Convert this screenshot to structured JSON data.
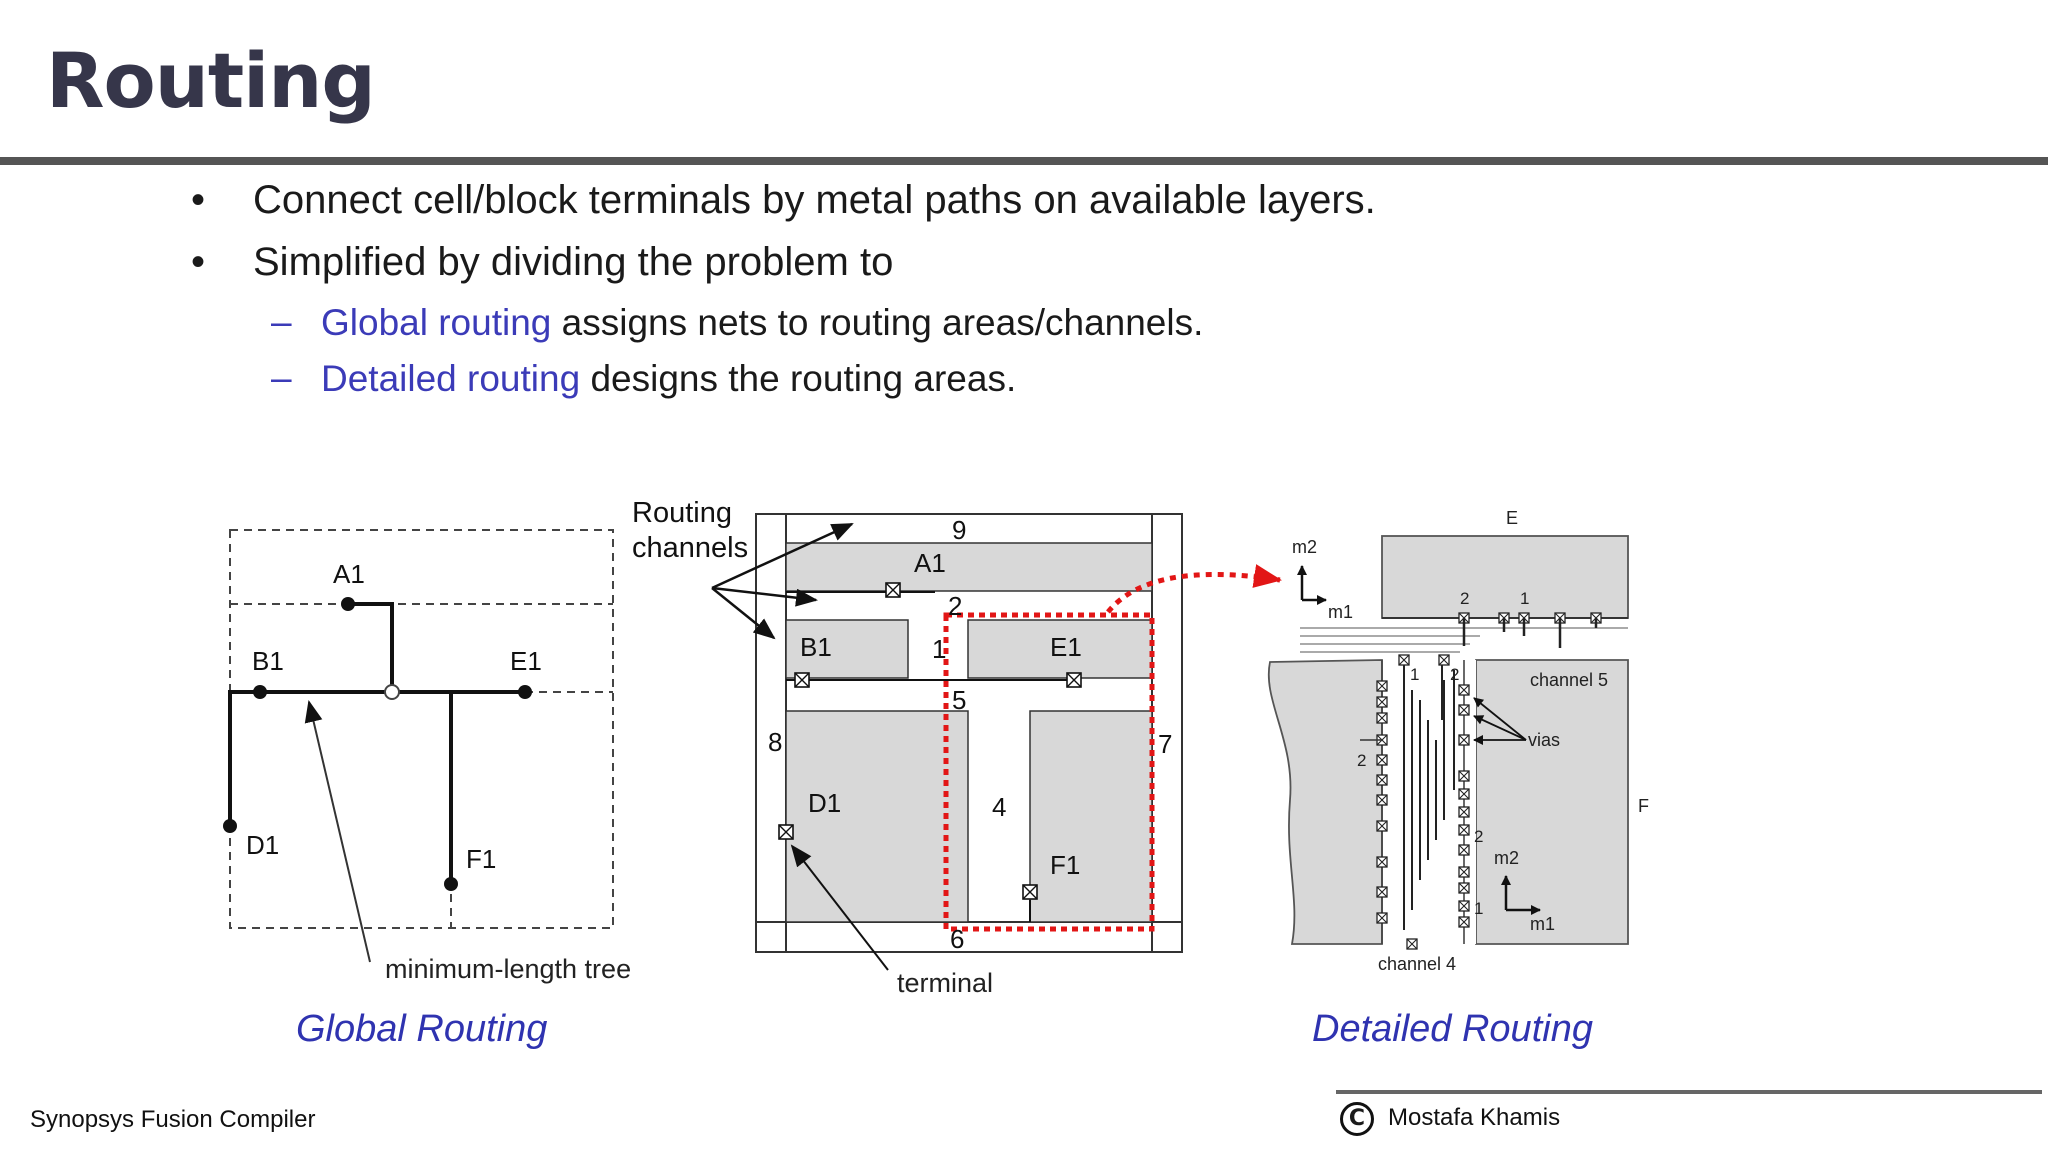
{
  "title": "Routing",
  "bullets": [
    "Connect cell/block terminals by metal paths on available layers.",
    "Simplified by dividing the problem to"
  ],
  "sub_bullets": [
    {
      "highlight": "Global routing",
      "rest": " assigns nets to routing areas/channels."
    },
    {
      "highlight": "Detailed routing",
      "rest": " designs the routing areas."
    }
  ],
  "figure_global": {
    "labels": {
      "a1": "A1",
      "b1": "B1",
      "e1": "E1",
      "d1": "D1",
      "f1": "F1"
    },
    "annotation": "minimum-length tree",
    "caption": "Global Routing"
  },
  "figure_channels": {
    "callout_line1": "Routing",
    "callout_line2": "channels",
    "blocks": {
      "a1": "A1",
      "b1": "B1",
      "e1": "E1",
      "d1": "D1",
      "f1": "F1"
    },
    "channel_numbers": {
      "c9": "9",
      "c2": "2",
      "c1": "1",
      "c5": "5",
      "c8": "8",
      "c7": "7",
      "c4": "4",
      "c6": "6"
    },
    "terminal_label": "terminal"
  },
  "figure_detailed": {
    "block_e": "E",
    "block_f": "F",
    "axis_top": {
      "m2": "m2",
      "m1": "m1"
    },
    "axis_bottom": {
      "m2": "m2",
      "m1": "m1"
    },
    "top_pins": {
      "p2": "2",
      "p1": "1"
    },
    "side_nums": {
      "n1": "1",
      "n2": "2",
      "left2": "2",
      "r2": "2",
      "r1": "1"
    },
    "channel5": "channel 5",
    "channel4": "channel 4",
    "vias": "vias",
    "caption": "Detailed Routing"
  },
  "footer": {
    "left": "Synopsys Fusion Compiler",
    "author": "Mostafa Khamis",
    "copyright_symbol": "C"
  }
}
